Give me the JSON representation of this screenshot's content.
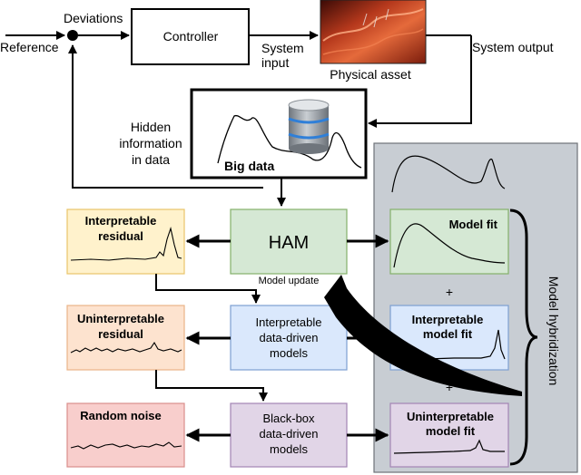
{
  "labels": {
    "reference": "Reference",
    "deviations": "Deviations",
    "controller": "Controller",
    "system_input_1": "System",
    "system_input_2": "input",
    "physical_asset": "Physical asset",
    "system_output": "System output",
    "hidden_1": "Hidden",
    "hidden_2": "information",
    "hidden_3": "in data",
    "big_data": "Big data",
    "ham": "HAM",
    "model_update": "Model update",
    "interp_residual_1": "Interpretable",
    "interp_residual_2": "residual",
    "uninterp_residual_1": "Uninterpretable",
    "uninterp_residual_2": "residual",
    "random_noise": "Random noise",
    "interp_models_1": "Interpretable",
    "interp_models_2": "data-driven",
    "interp_models_3": "models",
    "blackbox_1": "Black-box",
    "blackbox_2": "data-driven",
    "blackbox_3": "models",
    "model_fit": "Model fit",
    "interp_fit_1": "Interpretable",
    "interp_fit_2": "model fit",
    "uninterp_fit_1": "Uninterpretable",
    "uninterp_fit_2": "model fit",
    "plus_1": "+",
    "plus_2": "+",
    "model_hybridization": "Model hybridization"
  },
  "colors": {
    "yellow_fill": "#fff2cc",
    "yellow_stroke": "#e8c46a",
    "orange_fill": "#fde3cf",
    "orange_stroke": "#eab489",
    "red_fill": "#f8cecc",
    "red_stroke": "#d98e8b",
    "green_fill": "#d5e8d4",
    "green_stroke": "#84b06a",
    "blue_fill": "#dae8fc",
    "blue_stroke": "#7d9fd2",
    "purple_fill": "#e1d5e7",
    "purple_stroke": "#a284b4",
    "gray_panel": "#c8cdd3",
    "gray_panel_stroke": "#6d7178"
  }
}
